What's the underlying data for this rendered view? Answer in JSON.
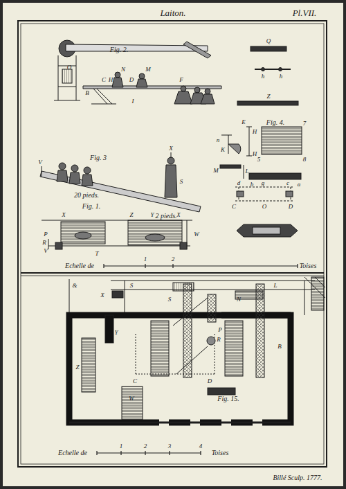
{
  "diagram": {
    "title": "Laiton.",
    "labels": [
      "Pl.VII.",
      "Fig. 2.",
      "O",
      "N",
      "M",
      "C",
      "H",
      "D",
      "F",
      "B",
      "I",
      "Q",
      "h",
      "h",
      "Z",
      "Fig. 4.",
      "7",
      "5",
      "8",
      "E",
      "H",
      "H",
      "n",
      "K",
      "M",
      "L",
      "b",
      "a",
      "d",
      "g",
      "c",
      "C",
      "O",
      "D",
      "Fig. 3",
      "V",
      "X",
      "S",
      "20 pieds.",
      "2 pieds.",
      "Fig. 1.",
      "X",
      "Z",
      "Y",
      "X",
      "W",
      "P",
      "R",
      "T",
      "V",
      "Echelle de",
      "1",
      "2",
      "Toises",
      "&",
      "X",
      "Y",
      "S",
      "S",
      "N",
      "L",
      "P",
      "R",
      "B",
      "Z",
      "C",
      "D",
      "Fig. 15.",
      "W",
      "Echelle de",
      "1",
      "2",
      "3",
      "4",
      "Toises",
      "Billé Sculp. 1777."
    ]
  }
}
